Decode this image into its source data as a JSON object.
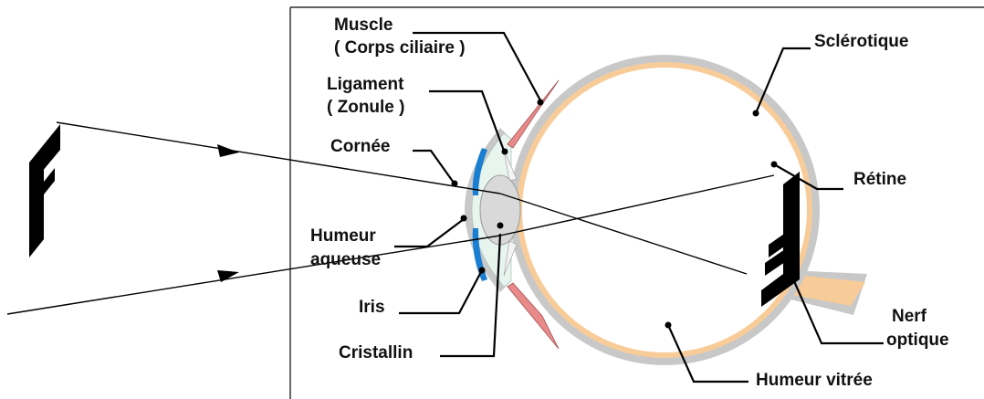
{
  "labels": {
    "muscle_line1": "Muscle",
    "muscle_line2": "( Corps ciliaire )",
    "ligament_line1": "Ligament",
    "ligament_line2": "( Zonule )",
    "cornee": "Cornée",
    "humeur_aqueuse_line1": "Humeur",
    "humeur_aqueuse_line2": "aqueuse",
    "iris": "Iris",
    "cristallin": "Cristallin",
    "sclerotique": "Sclérotique",
    "retine": "Rétine",
    "nerf_line1": "Nerf",
    "nerf_line2": "optique",
    "humeur_vitree": "Humeur vitrée"
  },
  "colors": {
    "sclera": "#c8c8c8",
    "choroid_retina": "#f8cc98",
    "optic_nerve": "#f8cc98",
    "ciliary_muscle": "#e88a8a",
    "iris": "#1a7fd0",
    "cornea_fill": "#e8f4ee",
    "lens": "#d9d9d9",
    "object": "#000000"
  }
}
